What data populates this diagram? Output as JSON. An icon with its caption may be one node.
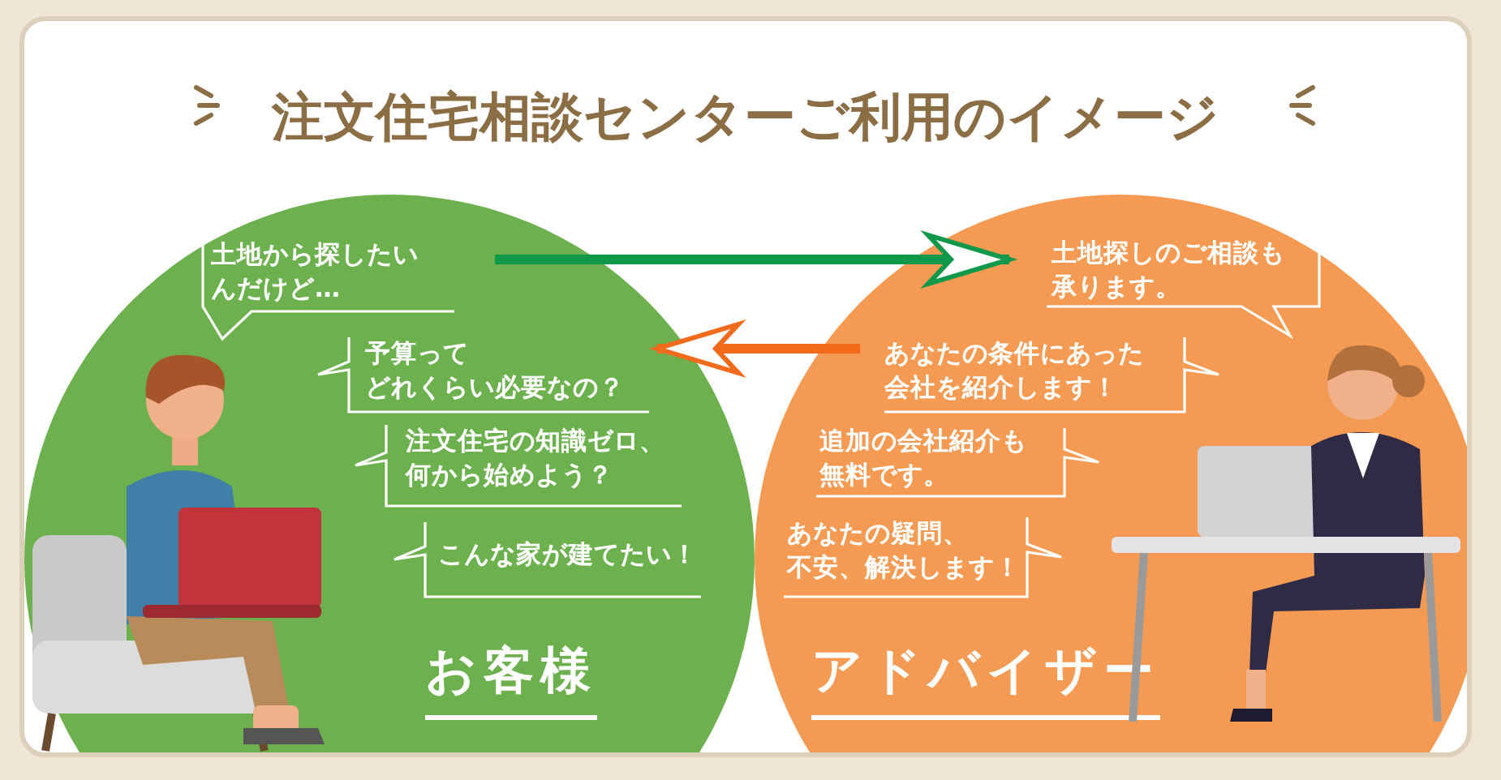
{
  "diagram": {
    "title": "注文住宅相談センターご利用のイメージ",
    "nodes": [
      {
        "text": [
          "お客様"
        ]
      },
      {
        "text": [
          "土地から探したいんだけど…"
        ],
        "in": 0
      },
      {
        "text": [
          "予算ってどれくらい必要なの？"
        ],
        "in": 0
      },
      {
        "text": [
          "注文住宅の知識ゼロ、何から始めよう？"
        ],
        "in": 0
      },
      {
        "text": [
          "こんな家が建てたい！"
        ],
        "in": 0
      },
      {
        "text": [
          "アドバイザー"
        ]
      },
      {
        "text": [
          "土地探しのご相談も承ります。"
        ],
        "in": 5
      },
      {
        "text": [
          "あなたの条件にあった会社を紹介します！"
        ],
        "in": 5
      },
      {
        "text": [
          "追加の会社紹介も無料です。"
        ],
        "in": 5
      },
      {
        "text": [
          "あなたの疑問、不安、解決します！"
        ],
        "in": 5
      }
    ],
    "edges": [
      {
        "from": 1,
        "to": 6,
        "arrow": "to",
        "color": "#10994a"
      },
      {
        "from": 7,
        "to": 2,
        "arrow": "to",
        "color": "#f26a1c"
      }
    ]
  }
}
